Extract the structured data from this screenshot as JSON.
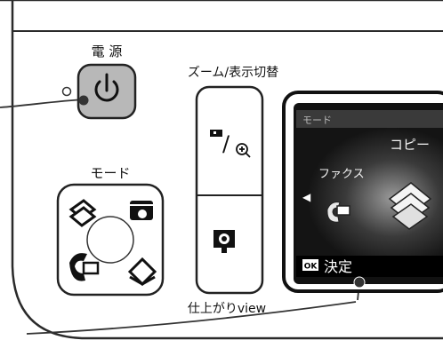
{
  "labels": {
    "power": "電 源",
    "zoom_display": "ズーム/表示切替",
    "mode": "モード",
    "preview": "仕上がりview"
  },
  "lcd": {
    "header": "モード",
    "current_item": "コピー",
    "side_item": "ファクス",
    "ok_badge": "OK",
    "ok_action": "決定"
  },
  "colors": {
    "panel_outline": "#2a2a2a",
    "power_button": "#b8b8b8",
    "lcd_frame": "#111111",
    "lcd_screen": "#222222"
  }
}
